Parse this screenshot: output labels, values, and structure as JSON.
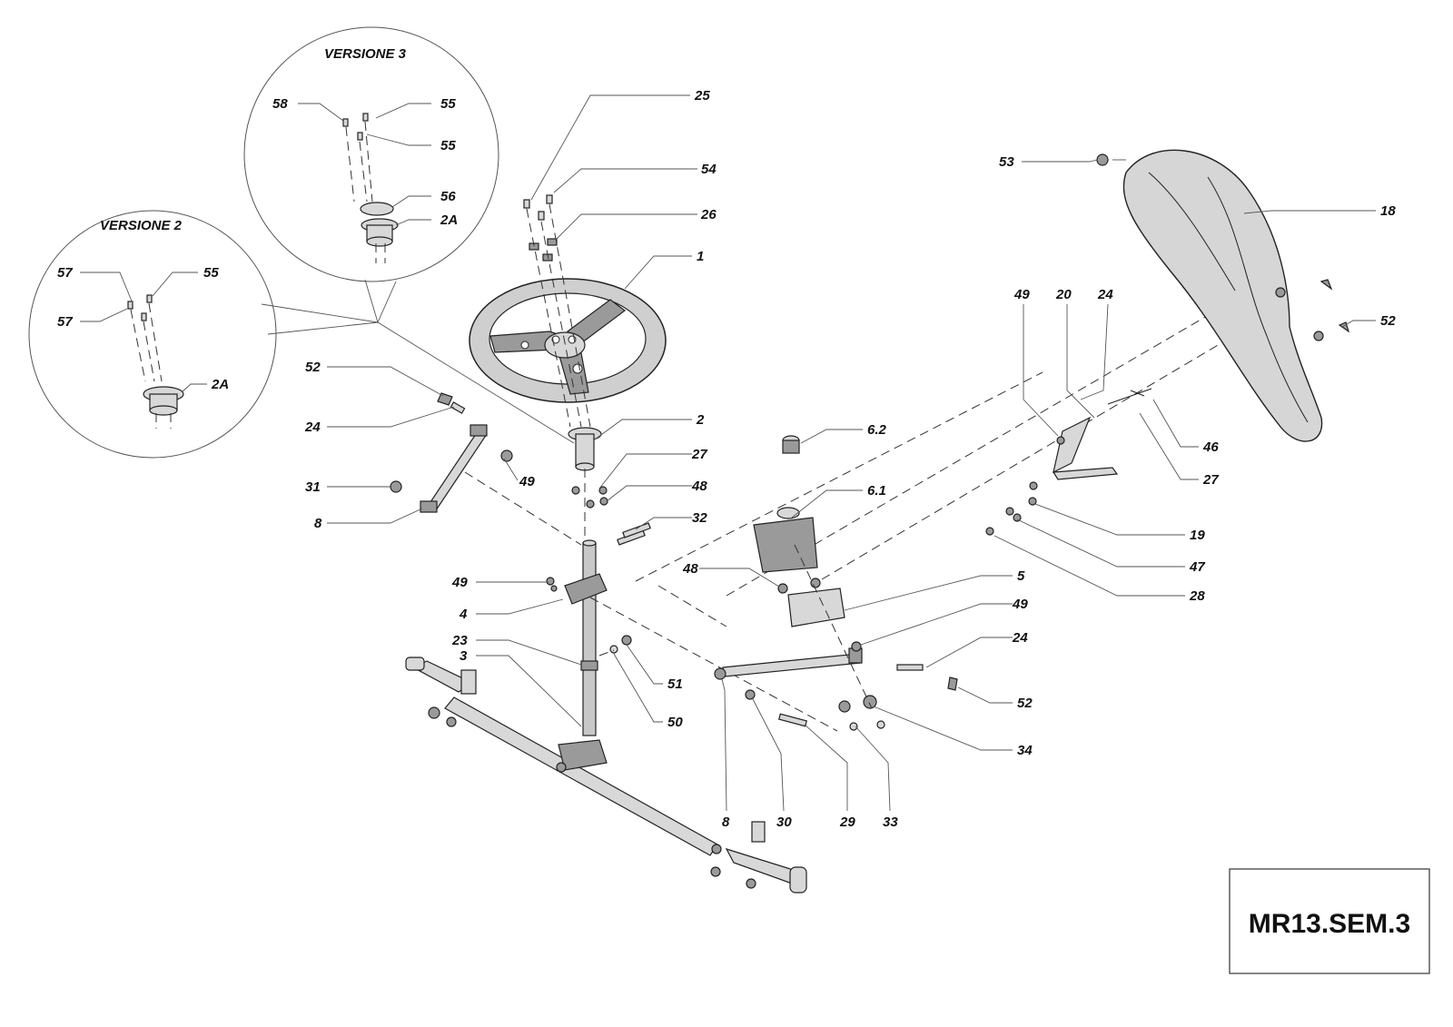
{
  "insets": {
    "v3_title": "VERSIONE 3",
    "v2_title": "VERSIONE 2"
  },
  "drawing_code": "MR13.SEM.3",
  "callouts": {
    "c58": "58",
    "c55a": "55",
    "c55b": "55",
    "c56": "56",
    "c2A_v3": "2A",
    "c57a": "57",
    "c55_v2": "55",
    "c57b": "57",
    "c2A_v2": "2A",
    "c25": "25",
    "c54": "54",
    "c26": "26",
    "c1": "1",
    "c2": "2",
    "c27a": "27",
    "c48a": "48",
    "c32": "32",
    "c52a": "52",
    "c24a": "24",
    "c49a": "49",
    "c31": "31",
    "c8a": "8",
    "c49b": "49",
    "c4": "4",
    "c23": "23",
    "c3": "3",
    "c51": "51",
    "c50": "50",
    "c53": "53",
    "c18": "18",
    "c52b": "52",
    "c49c": "49",
    "c20": "20",
    "c24b": "24",
    "c46": "46",
    "c27b": "27",
    "c19": "19",
    "c47": "47",
    "c28": "28",
    "c6_2": "6.2",
    "c6_1": "6.1",
    "c48b": "48",
    "c5": "5",
    "c49d": "49",
    "c24c": "24",
    "c52c": "52",
    "c34": "34",
    "c8b": "8",
    "c30": "30",
    "c29": "29",
    "c33": "33"
  }
}
